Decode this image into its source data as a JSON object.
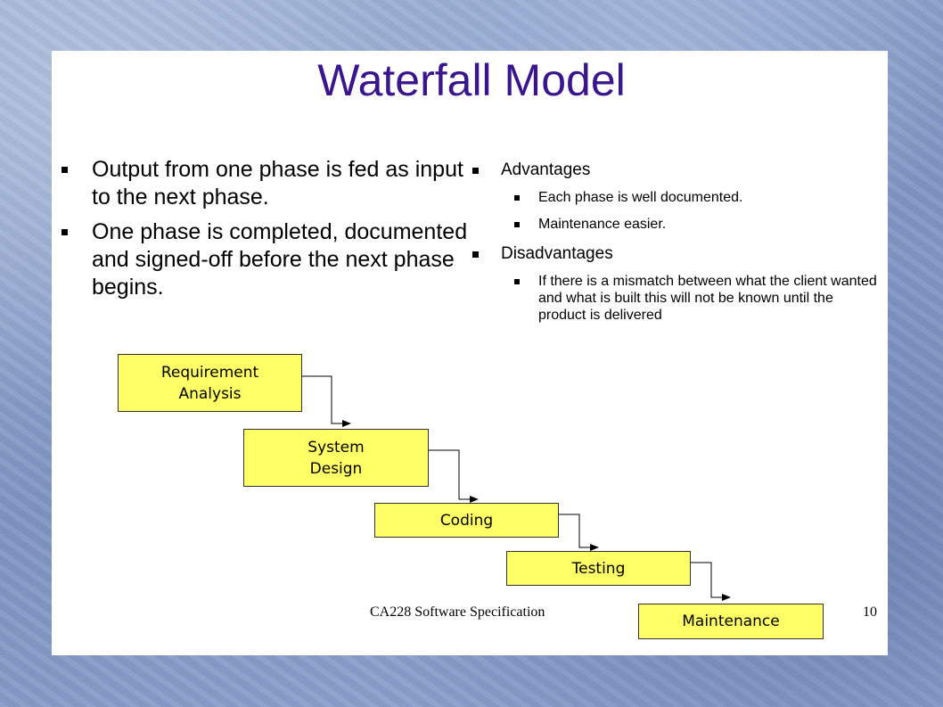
{
  "slide": {
    "title": "Waterfall Model",
    "left_bullets": [
      "Output from one phase is fed as input to the next phase.",
      "One phase is completed, documented and signed-off before the next phase begins."
    ],
    "advantages": {
      "heading": "Advantages",
      "items": [
        "Each phase is well documented.",
        "Maintenance easier."
      ]
    },
    "disadvantages": {
      "heading": "Disadvantages",
      "items": [
        "If there is a mismatch between what the client wanted and what is built this will not be known until the product is delivered"
      ]
    },
    "diagram": {
      "phases": [
        "Requirement\nAnalysis",
        "System\nDesign",
        "Coding",
        "Testing",
        "Maintenance"
      ]
    },
    "footer": {
      "course": "CA228 Software Specification",
      "page_number": "10"
    }
  },
  "colors": {
    "title": "#3a168c",
    "phase_box": "#ffff66",
    "background": "#8aa0c9"
  }
}
